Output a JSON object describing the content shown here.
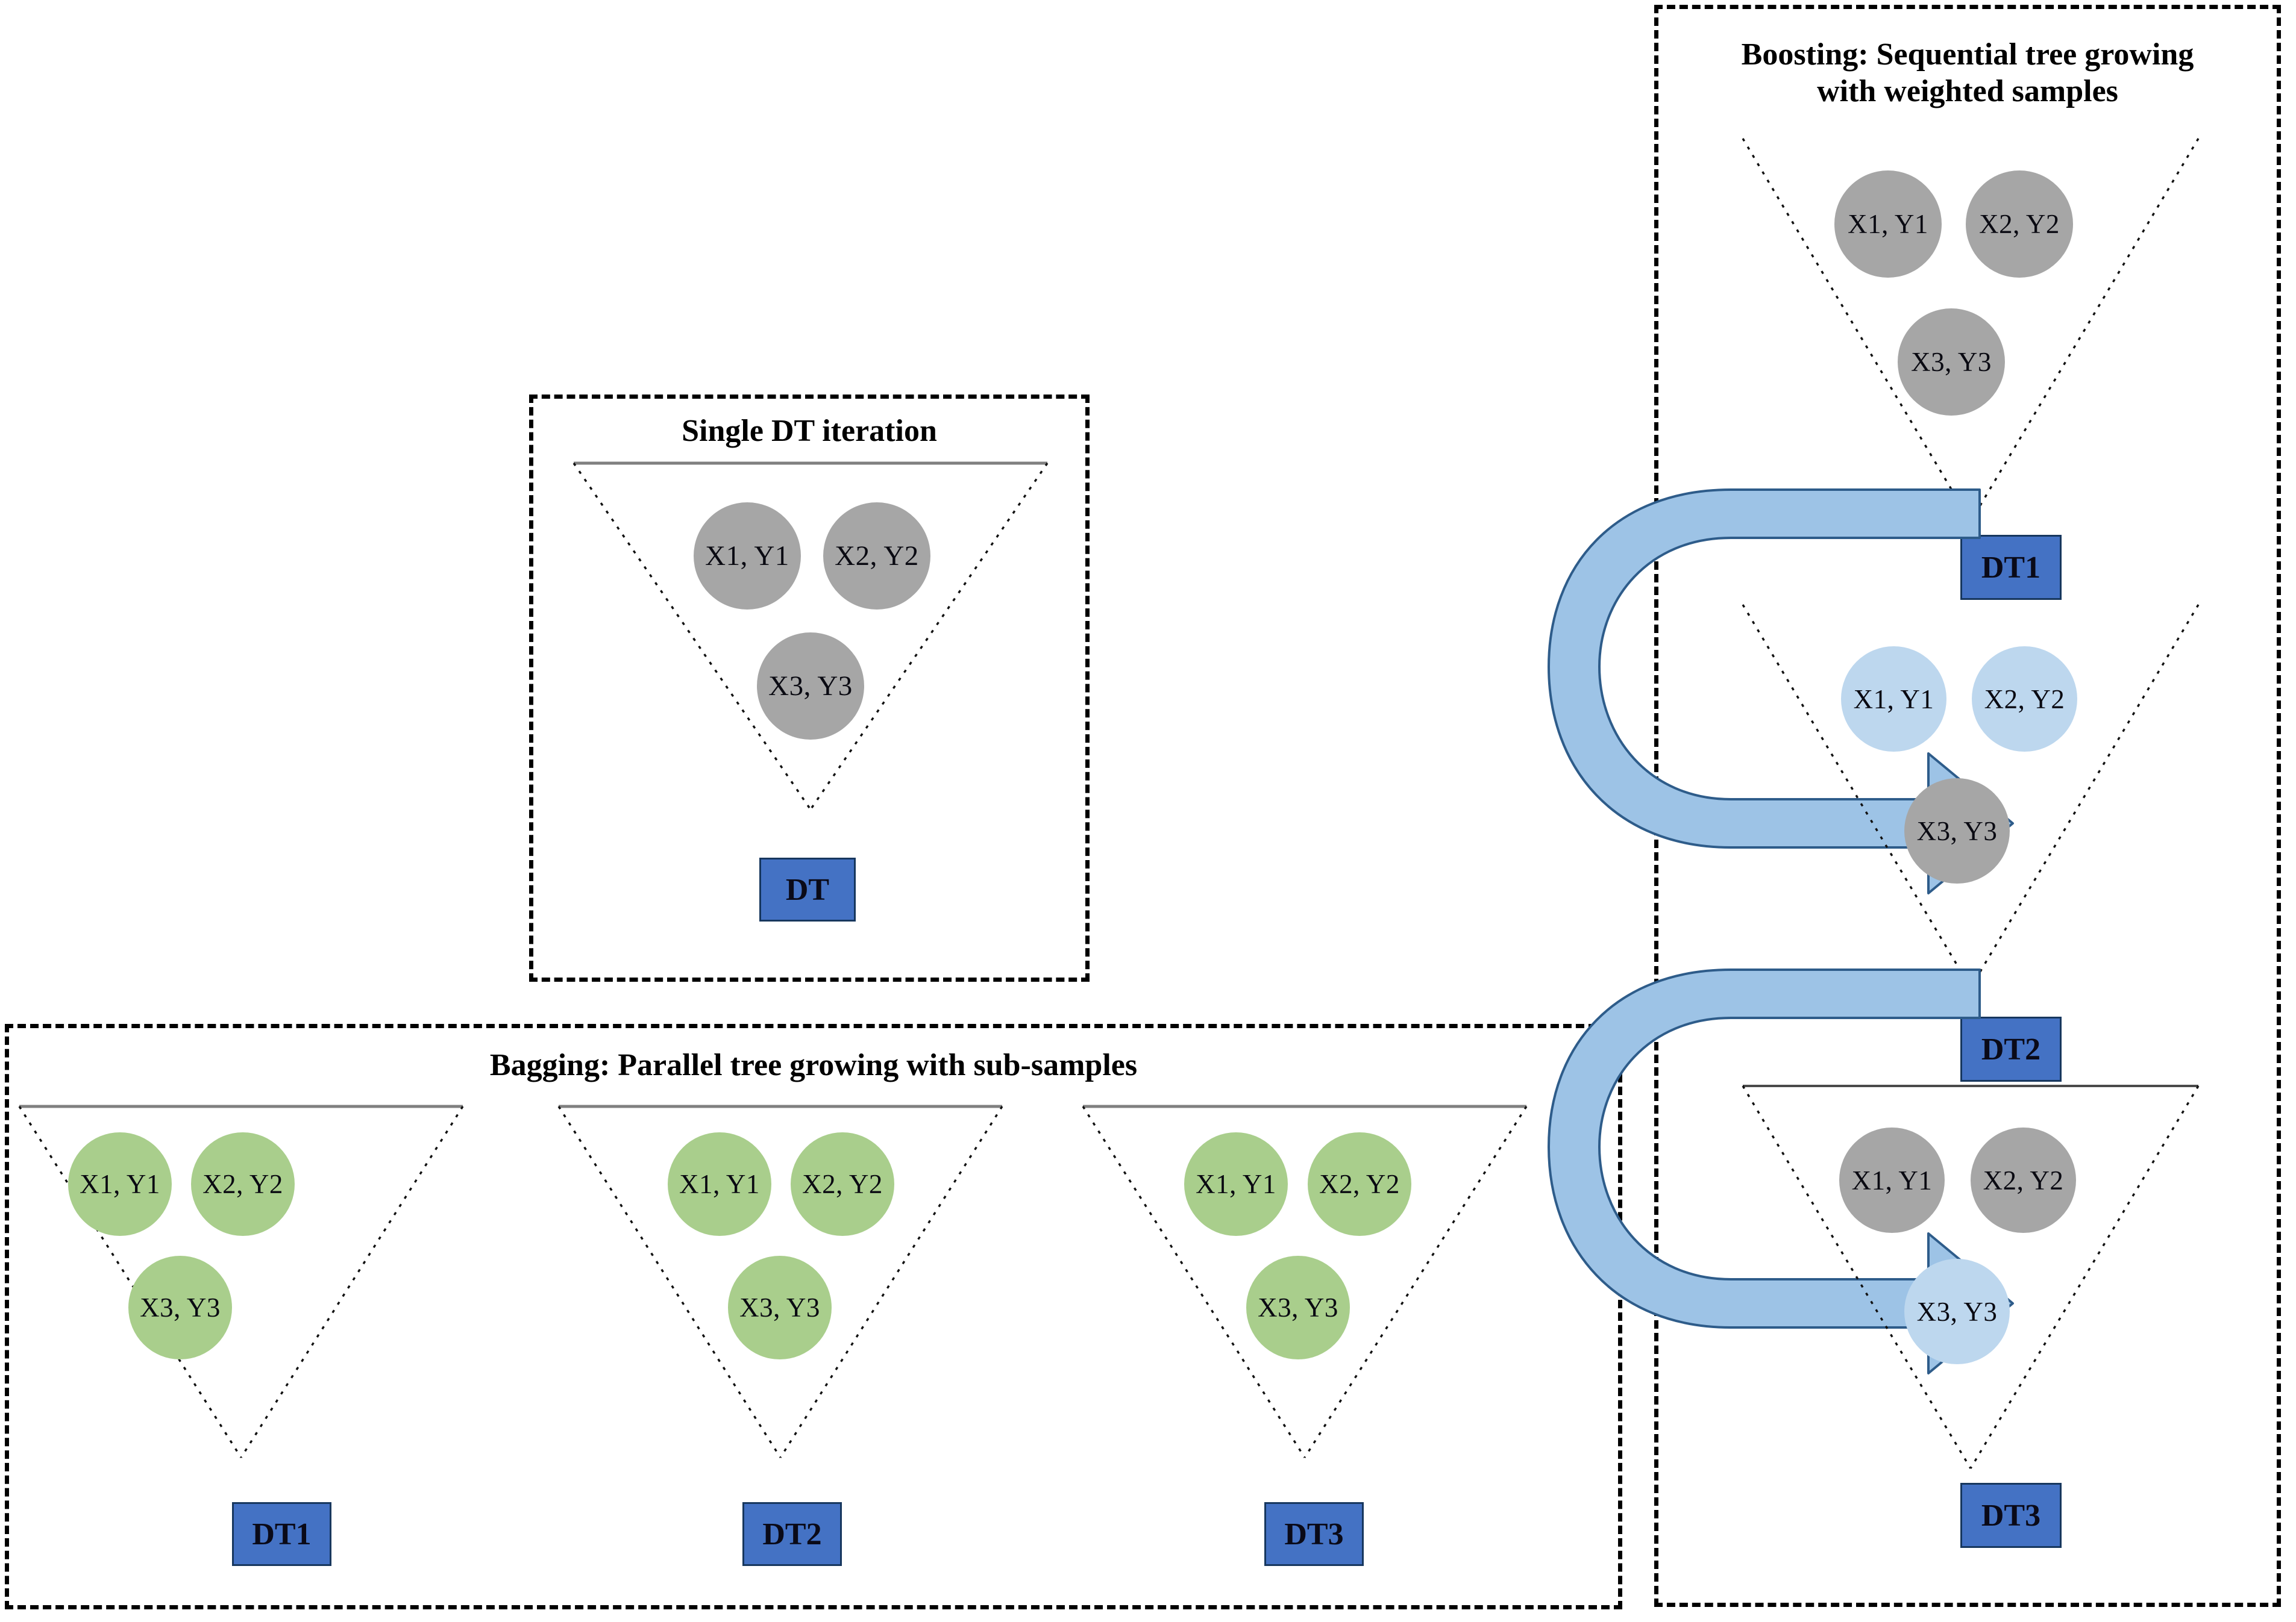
{
  "figure": {
    "title_single": "Single DT iteration",
    "title_bagging": "Bagging: Parallel tree growing with sub-samples",
    "title_boosting": "Boosting: Sequential tree growing\nwith weighted samples"
  },
  "colors": {
    "gray_sample": "#A6A6A6",
    "green_sample": "#A9CE8C",
    "light_blue_sample": "#BDD7EE",
    "dt_box_fill": "#4472C4",
    "dt_box_border": "#17375E",
    "arrow_fill": "#9DC3E6",
    "arrow_border": "#2E5C8A",
    "panel_border": "#000000"
  },
  "single": {
    "samples": [
      {
        "label": "X1, Y1",
        "color": "gray"
      },
      {
        "label": "X2, Y2",
        "color": "gray"
      },
      {
        "label": "X3, Y3",
        "color": "gray"
      }
    ],
    "dt_label": "DT"
  },
  "bagging": {
    "trees": [
      {
        "samples": [
          {
            "label": "X1, Y1",
            "color": "green"
          },
          {
            "label": "X2, Y2",
            "color": "green"
          },
          {
            "label": "X3, Y3",
            "color": "green"
          }
        ],
        "dt_label": "DT1"
      },
      {
        "samples": [
          {
            "label": "X1, Y1",
            "color": "green"
          },
          {
            "label": "X2, Y2",
            "color": "green"
          },
          {
            "label": "X3, Y3",
            "color": "green"
          }
        ],
        "dt_label": "DT2"
      },
      {
        "samples": [
          {
            "label": "X1, Y1",
            "color": "green"
          },
          {
            "label": "X2, Y2",
            "color": "green"
          },
          {
            "label": "X3, Y3",
            "color": "green"
          }
        ],
        "dt_label": "DT3"
      }
    ]
  },
  "boosting": {
    "trees": [
      {
        "samples": [
          {
            "label": "X1, Y1",
            "color": "gray"
          },
          {
            "label": "X2, Y2",
            "color": "gray"
          },
          {
            "label": "X3, Y3",
            "color": "gray"
          }
        ],
        "dt_label": "DT1"
      },
      {
        "samples": [
          {
            "label": "X1, Y1",
            "color": "lblue"
          },
          {
            "label": "X2, Y2",
            "color": "lblue"
          },
          {
            "label": "X3, Y3",
            "color": "gray"
          }
        ],
        "dt_label": "DT2"
      },
      {
        "samples": [
          {
            "label": "X1, Y1",
            "color": "gray"
          },
          {
            "label": "X2, Y2",
            "color": "gray"
          },
          {
            "label": "X3, Y3",
            "color": "lblue"
          }
        ],
        "dt_label": "DT3"
      }
    ],
    "arrows": [
      {
        "name": "reweight-arrow-1"
      },
      {
        "name": "reweight-arrow-2"
      }
    ]
  }
}
